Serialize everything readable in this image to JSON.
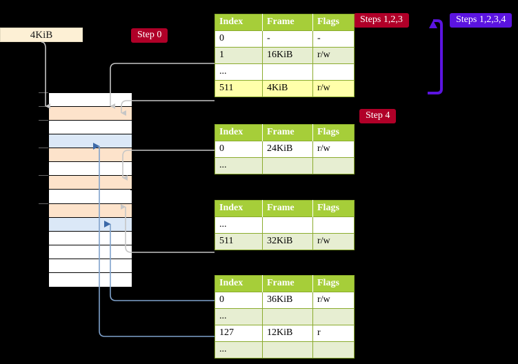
{
  "labels": {
    "size_box": "4KiB",
    "step0": "Step 0",
    "steps123": "Steps 1,2,3",
    "steps1234": "Steps 1,2,3,4",
    "step4": "Step 4"
  },
  "colors": {
    "badge_red": "#b00028",
    "badge_violet": "#5b14e0",
    "table_header": "#a6ce39",
    "table_alt_row": "#e7eed2",
    "highlight_row": "#ffffaa",
    "mem_orange": "#fde3cb",
    "mem_blue": "#dbe8f7",
    "size_box_bg": "#fdf0d5",
    "wire_gray": "#c6c6c6",
    "wire_blue": "#7fa2cc",
    "arrow_blue": "#3d6aa8",
    "background": "#000000"
  },
  "page_tables": [
    {
      "name": "pml4-table",
      "headers": [
        "Index",
        "Frame",
        "Flags"
      ],
      "rows": [
        {
          "cells": [
            "0",
            "-",
            "-"
          ],
          "style": "plain"
        },
        {
          "cells": [
            "1",
            "16KiB",
            "r/w"
          ],
          "style": "alt"
        },
        {
          "cells": [
            "...",
            "",
            ""
          ],
          "style": "plain"
        },
        {
          "cells": [
            "511",
            "4KiB",
            "r/w"
          ],
          "style": "hl"
        }
      ]
    },
    {
      "name": "pdp-table",
      "headers": [
        "Index",
        "Frame",
        "Flags"
      ],
      "rows": [
        {
          "cells": [
            "0",
            "24KiB",
            "r/w"
          ],
          "style": "plain"
        },
        {
          "cells": [
            "...",
            "",
            ""
          ],
          "style": "alt"
        }
      ]
    },
    {
      "name": "pd-table",
      "headers": [
        "Index",
        "Frame",
        "Flags"
      ],
      "rows": [
        {
          "cells": [
            "...",
            "",
            ""
          ],
          "style": "plain"
        },
        {
          "cells": [
            "511",
            "32KiB",
            "r/w"
          ],
          "style": "alt"
        }
      ]
    },
    {
      "name": "pt-table",
      "headers": [
        "Index",
        "Frame",
        "Flags"
      ],
      "rows": [
        {
          "cells": [
            "0",
            "36KiB",
            "r/w"
          ],
          "style": "plain"
        },
        {
          "cells": [
            "...",
            "",
            ""
          ],
          "style": "alt"
        },
        {
          "cells": [
            "127",
            "12KiB",
            "r"
          ],
          "style": "plain"
        },
        {
          "cells": [
            "...",
            "",
            ""
          ],
          "style": "alt"
        }
      ]
    }
  ],
  "memory": {
    "rows": [
      {
        "fill": "white",
        "tick": true
      },
      {
        "fill": "orange",
        "tick": true
      },
      {
        "fill": "white",
        "tick": true
      },
      {
        "fill": "blue",
        "tick": false
      },
      {
        "fill": "orange",
        "tick": true
      },
      {
        "fill": "white",
        "tick": false
      },
      {
        "fill": "orange",
        "tick": true
      },
      {
        "fill": "white",
        "tick": false
      },
      {
        "fill": "orange",
        "tick": true
      },
      {
        "fill": "blue",
        "tick": false
      },
      {
        "fill": "white",
        "tick": false
      },
      {
        "fill": "white",
        "tick": false
      },
      {
        "fill": "white",
        "tick": false
      },
      {
        "fill": "white",
        "tick": false
      }
    ]
  }
}
